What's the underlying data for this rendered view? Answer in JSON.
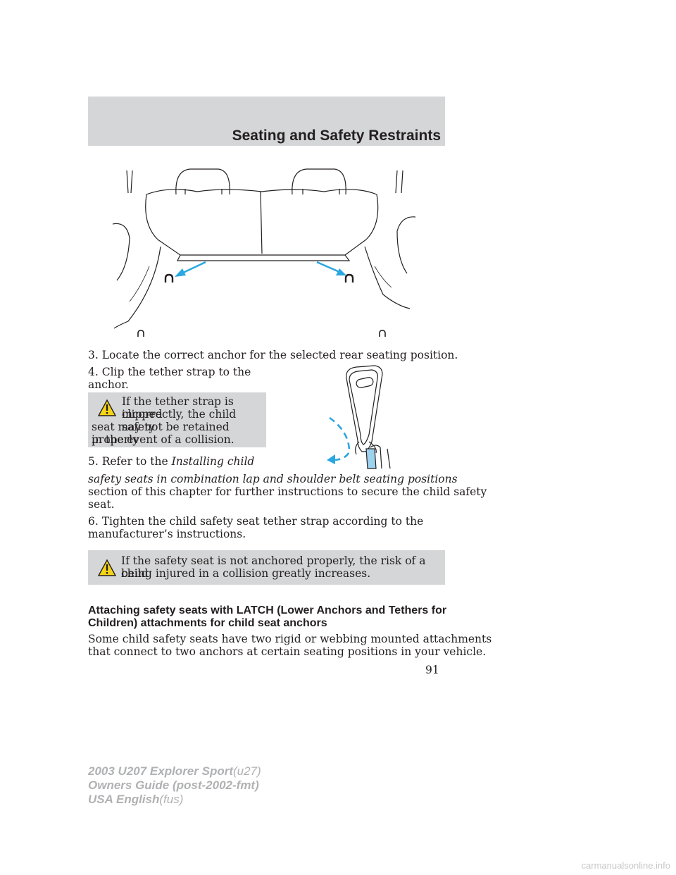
{
  "header": {
    "title": "Seating and Safety Restraints"
  },
  "steps": {
    "s3": "3. Locate the correct anchor for the selected rear seating position.",
    "s4_line1": "4. Clip the tether strap to the",
    "s4_line2": "anchor.",
    "s5_line1": "5. Refer to the",
    "s5_italic1": "Installing child",
    "s5_italic2": "safety seats in combination lap and shoulder belt seating positions",
    "s5_rest1": "section of this chapter for further instructions to secure the child safety",
    "s5_rest2": "seat.",
    "s6_line1": "6. Tighten the child safety seat tether strap according to the",
    "s6_line2": "manufacturer’s instructions."
  },
  "warnings": {
    "w1": [
      "If the tether strap is clipped",
      "incorrectly, the child safety",
      "seat may not be retained properly",
      "in the event of a collision."
    ],
    "w2": [
      "If the safety seat is not anchored properly, the risk of a child",
      "being injured in a collision greatly increases."
    ]
  },
  "section": {
    "heading_line1": "Attaching safety seats with LATCH (Lower Anchors and Tethers for",
    "heading_line2": "Children) attachments for child seat anchors",
    "body_line1": "Some child safety seats have two rigid or webbing mounted attachments",
    "body_line2": "that connect to two anchors at certain seating positions in your vehicle."
  },
  "page_number": "91",
  "footer": {
    "line1_bold": "2003 U207 Explorer Sport",
    "line1_light": "(u27)",
    "line2_bold": "Owners Guide (post-2002-fmt)",
    "line3_bold": "USA English",
    "line3_light": "(fus)"
  },
  "watermark": "carmanualsonline.info",
  "colors": {
    "accent_blue": "#2aa7e0",
    "band_gray": "#d5d6d7",
    "text": "#231f20"
  },
  "icons": {
    "warning": "warning-triangle-icon"
  }
}
